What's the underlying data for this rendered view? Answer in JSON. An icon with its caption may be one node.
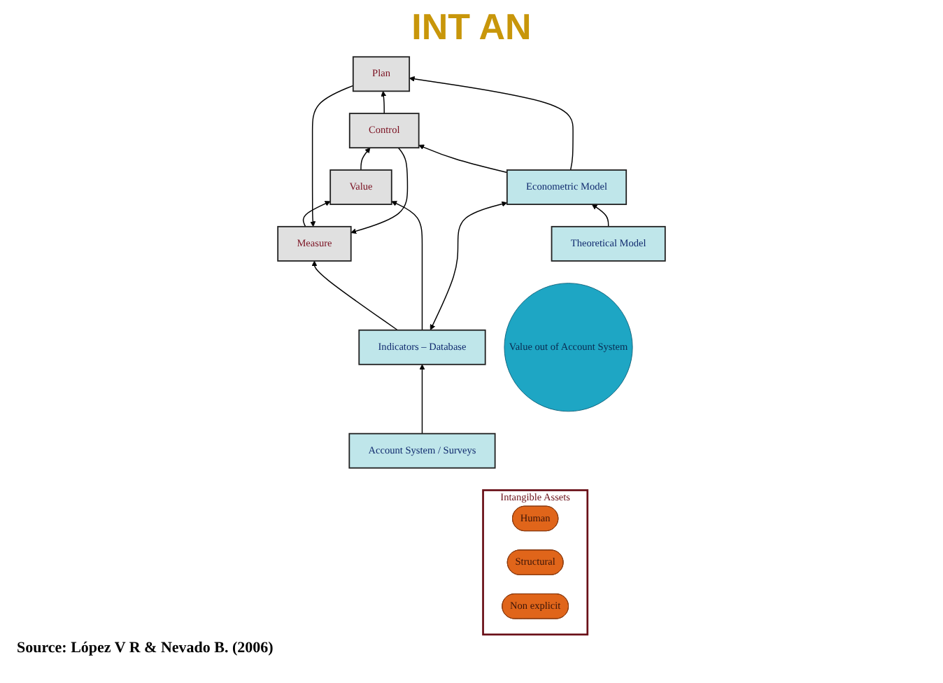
{
  "diagram": {
    "title": "INT AN",
    "caption": "Source: López V R & Nevado B. (2006)",
    "nodes": [
      {
        "text": [
          "Measure"
        ]
      },
      {
        "text": [
          "Value"
        ]
      },
      {
        "text": [
          "Control"
        ]
      },
      {
        "text": [
          "Plan"
        ]
      },
      {
        "text": [
          "Indicators – Database"
        ]
      },
      {
        "text": [
          "Econometric Model"
        ]
      },
      {
        "text": [
          "Account System / Surveys"
        ]
      },
      {
        "text": [
          "Theoretical Model"
        ]
      },
      {
        "text": [
          "Intangible Assets"
        ]
      },
      {
        "text": [
          "Human"
        ],
        "in": 8
      },
      {
        "text": [
          "Structural"
        ],
        "in": 8
      },
      {
        "text": [
          "Non explicit"
        ],
        "in": 8
      },
      {
        "text": [
          "Value out of Account System"
        ]
      }
    ],
    "edges": [
      {
        "from": 0,
        "to": 1,
        "arrow": "to"
      },
      {
        "from": 1,
        "to": 2,
        "arrow": "to"
      },
      {
        "from": 2,
        "to": 3,
        "arrow": "to"
      },
      {
        "from": 2,
        "to": 0,
        "arrow": "to"
      },
      {
        "from": 3,
        "to": 0,
        "arrow": "to"
      },
      {
        "from": 4,
        "to": 0,
        "arrow": "to"
      },
      {
        "from": 4,
        "to": 1,
        "arrow": "to"
      },
      {
        "from": 5,
        "to": 2,
        "arrow": "to"
      },
      {
        "from": 5,
        "to": 3,
        "arrow": "to"
      },
      {
        "from": 4,
        "to": 5,
        "arrow": "both"
      },
      {
        "from": 6,
        "to": 4,
        "arrow": "to"
      },
      {
        "from": 7,
        "to": 5,
        "arrow": "to"
      }
    ]
  }
}
